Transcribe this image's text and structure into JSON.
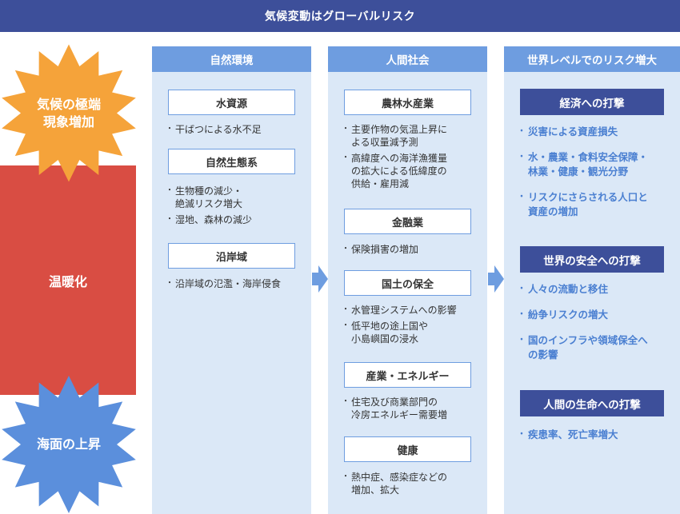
{
  "banner": {
    "title": "気候変動はグローバルリスク"
  },
  "drivers": {
    "extreme_events": "気候の極端\n現象増加",
    "warming": "温暖化",
    "sea_level": "海面の上昇"
  },
  "colors": {
    "banner": "#3d4f9a",
    "warming_band": "#d94d43",
    "extreme_burst": "#f5a33a",
    "sea_burst": "#5b8fdc",
    "column_bg": "#dbe8f7",
    "column_header": "#6e9de0",
    "arrow": "#6e9de0",
    "risk_text": "#4a7fd1"
  },
  "natural_env": {
    "header": "自然環境",
    "sections": [
      {
        "title": "水資源",
        "items": [
          "干ばつによる水不足"
        ]
      },
      {
        "title": "自然生態系",
        "items": [
          "生物種の減少・\n絶滅リスク増大",
          "湿地、森林の減少"
        ]
      },
      {
        "title": "沿岸域",
        "items": [
          "沿岸域の氾濫・海岸侵食"
        ]
      }
    ]
  },
  "human_society": {
    "header": "人間社会",
    "sections": [
      {
        "title": "農林水産業",
        "items": [
          "主要作物の気温上昇に\nよる収量減予測",
          "高緯度への海洋漁獲量\nの拡大による低緯度の\n供給・雇用減"
        ]
      },
      {
        "title": "金融業",
        "items": [
          "保険損害の増加"
        ]
      },
      {
        "title": "国土の保全",
        "items": [
          "水管理システムへの影響",
          "低平地の途上国や\n小島嶼国の浸水"
        ]
      },
      {
        "title": "産業・エネルギー",
        "items": [
          "住宅及び商業部門の\n冷房エネルギー需要増"
        ]
      },
      {
        "title": "健康",
        "items": [
          "熱中症、感染症などの\n増加、拡大"
        ]
      }
    ]
  },
  "global_risk": {
    "header": "世界レベルでのリスク増大",
    "sections": [
      {
        "title": "経済への打撃",
        "items": [
          "災害による資産損失",
          "水・農業・食料安全保障・\n林業・健康・観光分野",
          "リスクにさらされる人口と\n資産の増加"
        ]
      },
      {
        "title": "世界の安全への打撃",
        "items": [
          "人々の流動と移住",
          "紛争リスクの増大",
          "国のインフラや領域保全へ\nの影響"
        ]
      },
      {
        "title": "人間の生命への打撃",
        "items": [
          "疾患率、死亡率増大"
        ]
      }
    ]
  }
}
